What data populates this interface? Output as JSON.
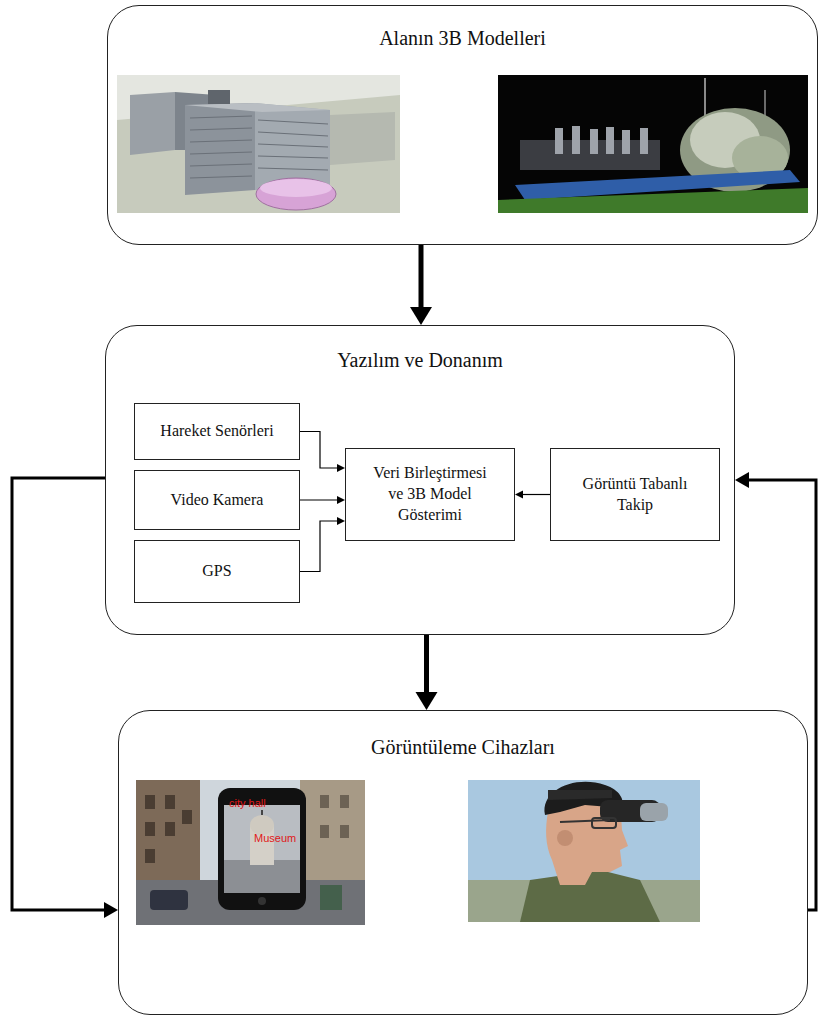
{
  "diagram": {
    "nodes": [
      {
        "text": [
          "Alanın 3B Modelleri"
        ]
      },
      {
        "text": [
          "Yazılım ve Donanım"
        ]
      },
      {
        "text": [
          "Hareket Senörleri"
        ],
        "in": 1
      },
      {
        "text": [
          "Video Kamera"
        ],
        "in": 1
      },
      {
        "text": [
          "GPS"
        ],
        "in": 1
      },
      {
        "text": [
          "Veri Birleştirmesi ve 3B Model Gösterimi"
        ],
        "in": 1
      },
      {
        "text": [
          "Görüntü Tabanlı Takip"
        ],
        "in": 1
      },
      {
        "text": [
          "Görüntüleme Cihazları"
        ]
      }
    ],
    "edges": [
      {
        "from": 0,
        "to": 1,
        "arrow": "to"
      },
      {
        "from": 1,
        "to": 7,
        "arrow": "to"
      },
      {
        "from": 1,
        "to": 7,
        "arrow": "to"
      },
      {
        "from": 7,
        "to": 1,
        "arrow": "to"
      },
      {
        "from": 2,
        "to": 5,
        "arrow": "to"
      },
      {
        "from": 3,
        "to": 5,
        "arrow": "to"
      },
      {
        "from": 4,
        "to": 5,
        "arrow": "to"
      },
      {
        "from": 6,
        "to": 5,
        "arrow": "to"
      }
    ],
    "labels": [
      "city hall",
      "Museum"
    ]
  }
}
